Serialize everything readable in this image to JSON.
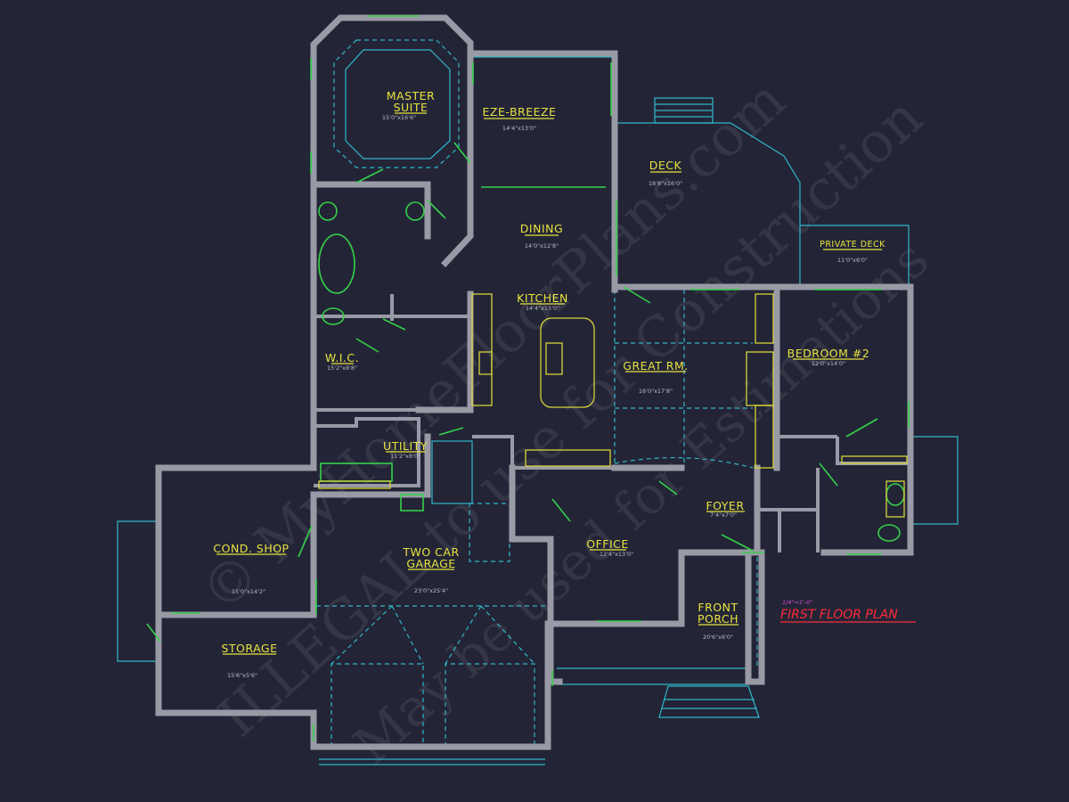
{
  "plan": {
    "title": "FIRST FLOOR PLAN",
    "scale": "1/4\"=1'-0\""
  },
  "watermark": {
    "line1": "© MyHomeFloorPlans.com",
    "line2": "ILLEGAL to use for Construction",
    "line3": "May be used for Estimations"
  },
  "rooms": {
    "master": {
      "name1": "MASTER",
      "name2": "SUITE",
      "dim": "15'0\"x16'6\""
    },
    "ezebreeze": {
      "name": "EZE-BREEZE",
      "dim": "14'4\"x13'0\""
    },
    "deck": {
      "name": "DECK",
      "dim": "18'8\"x16'0\""
    },
    "privatedeck": {
      "name": "PRIVATE DECK",
      "dim": "11'0\"x6'0\""
    },
    "dining": {
      "name": "DINING",
      "dim": "14'0\"x12'8\""
    },
    "kitchen": {
      "name": "KITCHEN",
      "dim": "14'4\"x15'0\""
    },
    "wic": {
      "name": "W.I.C.",
      "dim": "15'2\"x8'8\""
    },
    "greatroom": {
      "name": "GREAT RM.",
      "dim": "16'0\"x17'8\""
    },
    "bedroom2": {
      "name": "BEDROOM #2",
      "dim": "12'0\"x14'0\""
    },
    "utility": {
      "name": "UTILITY",
      "dim": "11'2\"x8'0\""
    },
    "condshop": {
      "name": "COND. SHOP",
      "dim": "15'0\"x14'2\""
    },
    "garage": {
      "name1": "TWO CAR",
      "name2": "GARAGE",
      "dim": "23'0\"x25'4\""
    },
    "office": {
      "name": "OFFICE",
      "dim": "12'4\"x13'0\""
    },
    "foyer": {
      "name": "FOYER",
      "dim": "7'4\"x7'0\""
    },
    "frontporch": {
      "name1": "FRONT",
      "name2": "PORCH",
      "dim": "20'6\"x6'0\""
    },
    "storage": {
      "name": "STORAGE",
      "dim": "15'6\"x5'6\""
    }
  }
}
